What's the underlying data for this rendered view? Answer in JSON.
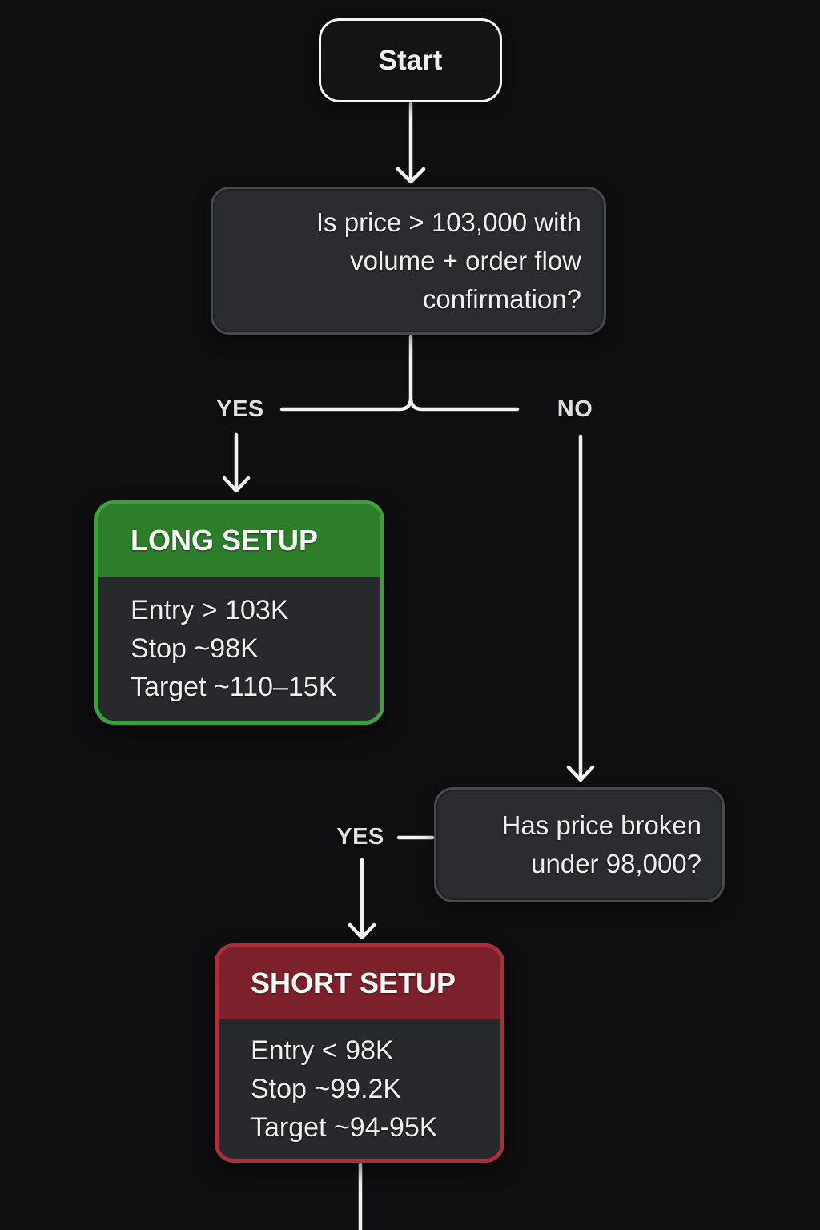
{
  "colors": {
    "background": "#0f0f11",
    "line": "#f2f2f2",
    "node_bg": "#2b2c2f",
    "node_border": "#48494d",
    "start_bg": "#141416",
    "start_border": "#f4f4f4",
    "long_border": "#3da03c",
    "long_header_bg": "#2e7d2b",
    "short_border": "#a8303b",
    "short_header_bg": "#7c212c",
    "body_bg": "#28292c",
    "label_color": "#e0e0de",
    "text_color": "#efefef"
  },
  "flowchart": {
    "start": {
      "label": "Start"
    },
    "decision_breakout": {
      "line1": "Is price > 103,000 with",
      "line2": "volume + order flow",
      "line3": "confirmation?"
    },
    "branch_breakout": {
      "yes_label": "YES",
      "no_label": "NO"
    },
    "long_setup": {
      "title": "LONG SETUP",
      "rows": [
        "Entry > 103K",
        "Stop ~98K",
        "Target ~110–15K"
      ]
    },
    "decision_breakdown": {
      "line1": "Has price broken",
      "line2": "under 98,000?"
    },
    "branch_breakdown": {
      "yes_label": "YES"
    },
    "short_setup": {
      "title": "SHORT SETUP",
      "rows": [
        "Entry < 98K",
        "Stop ~99.2K",
        "Target ~94-95K"
      ]
    }
  }
}
